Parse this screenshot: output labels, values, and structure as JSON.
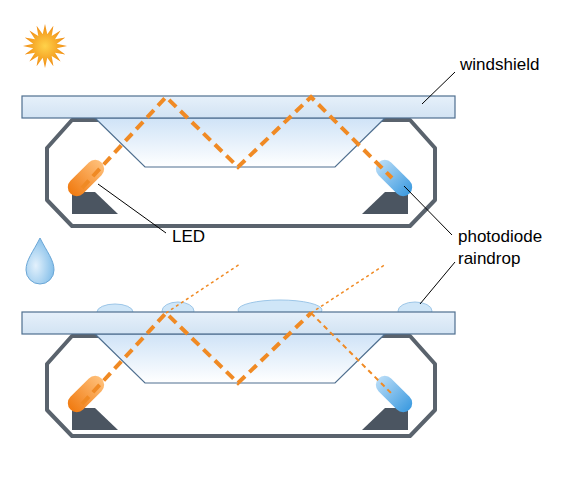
{
  "diagram": {
    "labels": [
      "windshield",
      "LED",
      "photodiode",
      "raindrop"
    ]
  }
}
